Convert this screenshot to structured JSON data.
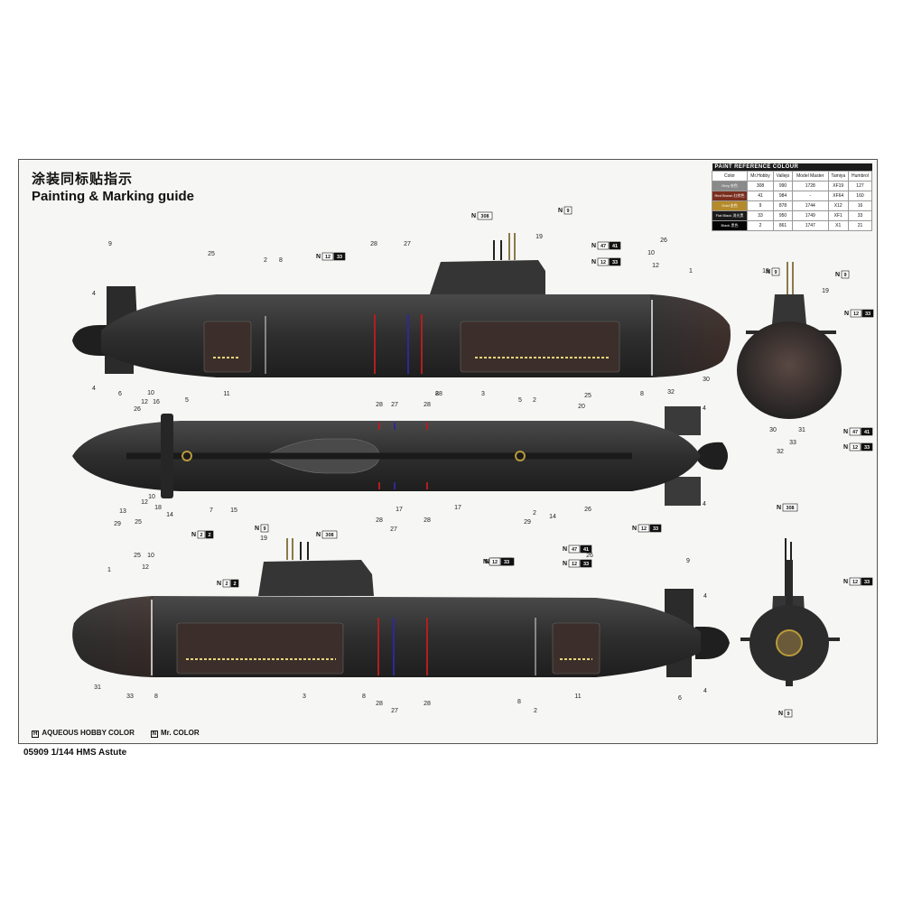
{
  "title_cn": "涂装同标贴指示",
  "title_en": "Painting & Marking guide",
  "paint_table": {
    "header": "PAINT REFERENCE COLOUR",
    "columns": [
      "Color",
      "Mr.Hobby",
      "Vallejo",
      "Model Master",
      "Tamiya",
      "Humbrol"
    ],
    "rows": [
      {
        "color_name": "Grey",
        "color_cn": "灰色",
        "swatch": "#8a8a8a",
        "mr_hobby": "308",
        "vallejo": "990",
        "model_master": "1728",
        "tamiya": "XF19",
        "humbrol": "127"
      },
      {
        "color_name": "Red Brown",
        "color_cn": "红棕色",
        "swatch": "#7a2f1e",
        "mr_hobby": "41",
        "vallejo": "984",
        "model_master": "-",
        "tamiya": "XF64",
        "humbrol": "160"
      },
      {
        "color_name": "Gold",
        "color_cn": "金色",
        "swatch": "#b58a2a",
        "mr_hobby": "9",
        "vallejo": "878",
        "model_master": "1744",
        "tamiya": "X12",
        "humbrol": "16"
      },
      {
        "color_name": "Flat Black",
        "color_cn": "消光黑",
        "swatch": "#1a1a1a",
        "mr_hobby": "33",
        "vallejo": "950",
        "model_master": "1749",
        "tamiya": "XF1",
        "humbrol": "33"
      },
      {
        "color_name": "Black",
        "color_cn": "黑色",
        "swatch": "#050505",
        "mr_hobby": "2",
        "vallejo": "861",
        "model_master": "1747",
        "tamiya": "X1",
        "humbrol": "21"
      }
    ]
  },
  "footer": {
    "hobby_mark": "H",
    "hobby": "AQUEOUS HOBBY COLOR",
    "mr_mark": "N",
    "mr": "Mr. COLOR"
  },
  "product": "05909 1/144 HMS Astute",
  "callouts": {
    "side_top": [
      "9",
      "4",
      "4",
      "6",
      "25",
      "2",
      "8",
      "11",
      "28",
      "27",
      "28",
      "8",
      "3",
      "19",
      "10",
      "12",
      "26",
      "1",
      "8",
      "32",
      "30"
    ],
    "plan": [
      "26",
      "12",
      "16",
      "10",
      "5",
      "13",
      "12",
      "10",
      "18",
      "14",
      "29",
      "25",
      "7",
      "15",
      "28",
      "27",
      "28",
      "17",
      "17",
      "28",
      "27",
      "28",
      "5",
      "2",
      "25",
      "20",
      "29",
      "2",
      "14",
      "26",
      "4",
      "4"
    ],
    "side_bottom": [
      "19",
      "1",
      "25",
      "12",
      "10",
      "31",
      "33",
      "8",
      "3",
      "8",
      "28",
      "27",
      "28",
      "8",
      "2",
      "26",
      "11",
      "9",
      "4",
      "4",
      "6"
    ],
    "front": [
      "19",
      "19",
      "30",
      "33",
      "31",
      "32"
    ]
  },
  "badges": [
    "N 308",
    "N 9",
    "N 12 33",
    "N 47 41",
    "N 12 33",
    "N 2 2",
    "N 9",
    "N 308",
    "N 2 2",
    "N 12 33",
    "N 47 41",
    "N 12 33",
    "N 12 33",
    "N 9",
    "N 9",
    "N 12 33",
    "N 47 41",
    "N 12 33",
    "N 308",
    "N 12 33",
    "N 9",
    "N 12 33"
  ]
}
